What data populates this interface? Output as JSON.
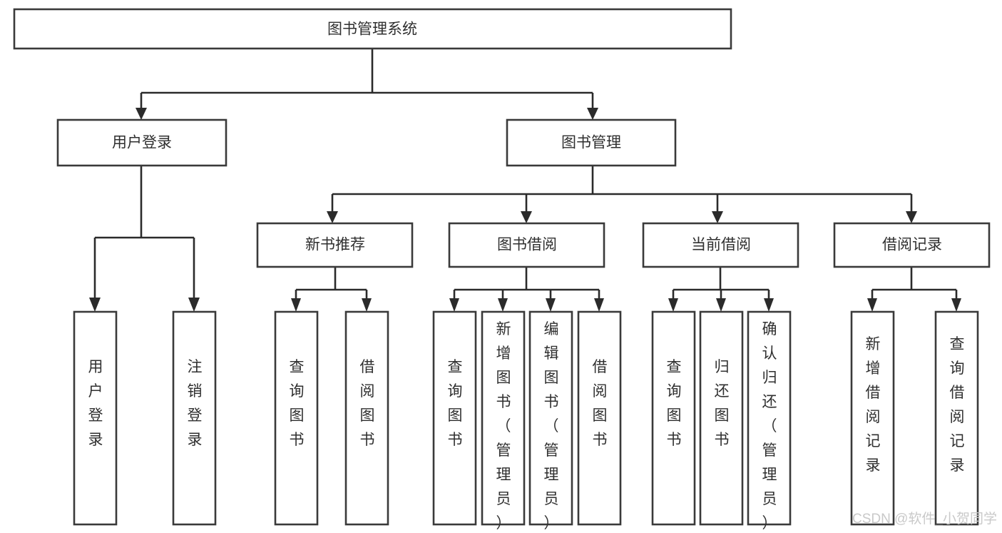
{
  "diagram": {
    "title": "图书管理系统",
    "type": "tree-hierarchy",
    "watermark": "CSDN @软件_小贺同学",
    "colors": {
      "box_stroke": "#3a3a3a",
      "connector": "#2b2b2b",
      "text": "#2f2f2f",
      "background": "#ffffff",
      "watermark": "#c9c9c9"
    },
    "root": {
      "label": "图书管理系统"
    },
    "level2": [
      {
        "label": "用户登录"
      },
      {
        "label": "图书管理"
      }
    ],
    "level3": [
      {
        "label": "新书推荐"
      },
      {
        "label": "图书借阅"
      },
      {
        "label": "当前借阅"
      },
      {
        "label": "借阅记录"
      }
    ],
    "leaves": [
      {
        "label": "用户登录",
        "parent": "用户登录"
      },
      {
        "label": "注销登录",
        "parent": "用户登录"
      },
      {
        "label": "查询图书",
        "parent": "新书推荐"
      },
      {
        "label": "借阅图书",
        "parent": "新书推荐"
      },
      {
        "label": "查询图书",
        "parent": "图书借阅"
      },
      {
        "label": "新增图书（管理员）",
        "parent": "图书借阅"
      },
      {
        "label": "编辑图书（管理员）",
        "parent": "图书借阅"
      },
      {
        "label": "借阅图书",
        "parent": "图书借阅"
      },
      {
        "label": "查询图书",
        "parent": "当前借阅"
      },
      {
        "label": "归还图书",
        "parent": "当前借阅"
      },
      {
        "label": "确认归还（管理员）",
        "parent": "当前借阅"
      },
      {
        "label": "新增借阅记录",
        "parent": "借阅记录"
      },
      {
        "label": "查询借阅记录",
        "parent": "借阅记录"
      }
    ]
  }
}
